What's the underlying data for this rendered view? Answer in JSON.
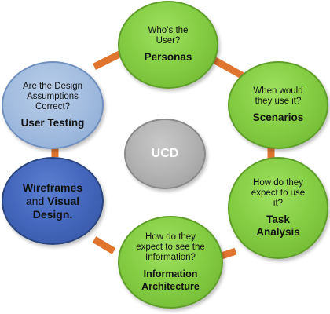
{
  "colors": {
    "connector": "#e0752f",
    "green": "#86cf45",
    "light_blue": "#a3bde0",
    "dark_blue": "#4467bd",
    "center_gray": "#b3b3b3"
  },
  "center": {
    "label": "UCD"
  },
  "nodes": {
    "personas": {
      "question": "Who’s the User?",
      "title": "Personas"
    },
    "scenarios": {
      "question": "When would they use it?",
      "title": "Scenarios"
    },
    "task_analysis": {
      "question": "How do they expect to use it?",
      "title": "Task Analysis"
    },
    "information_architecture": {
      "question": "How do they expect to see the Information?",
      "title": "Information Architecture"
    },
    "wireframes": {
      "title_line1": "Wireframes",
      "title_line2a": "and",
      "title_line2b": "Visual",
      "title_line3": "Design."
    },
    "user_testing": {
      "question": "Are the Design Assumptions Correct?",
      "title": "User Testing"
    }
  }
}
